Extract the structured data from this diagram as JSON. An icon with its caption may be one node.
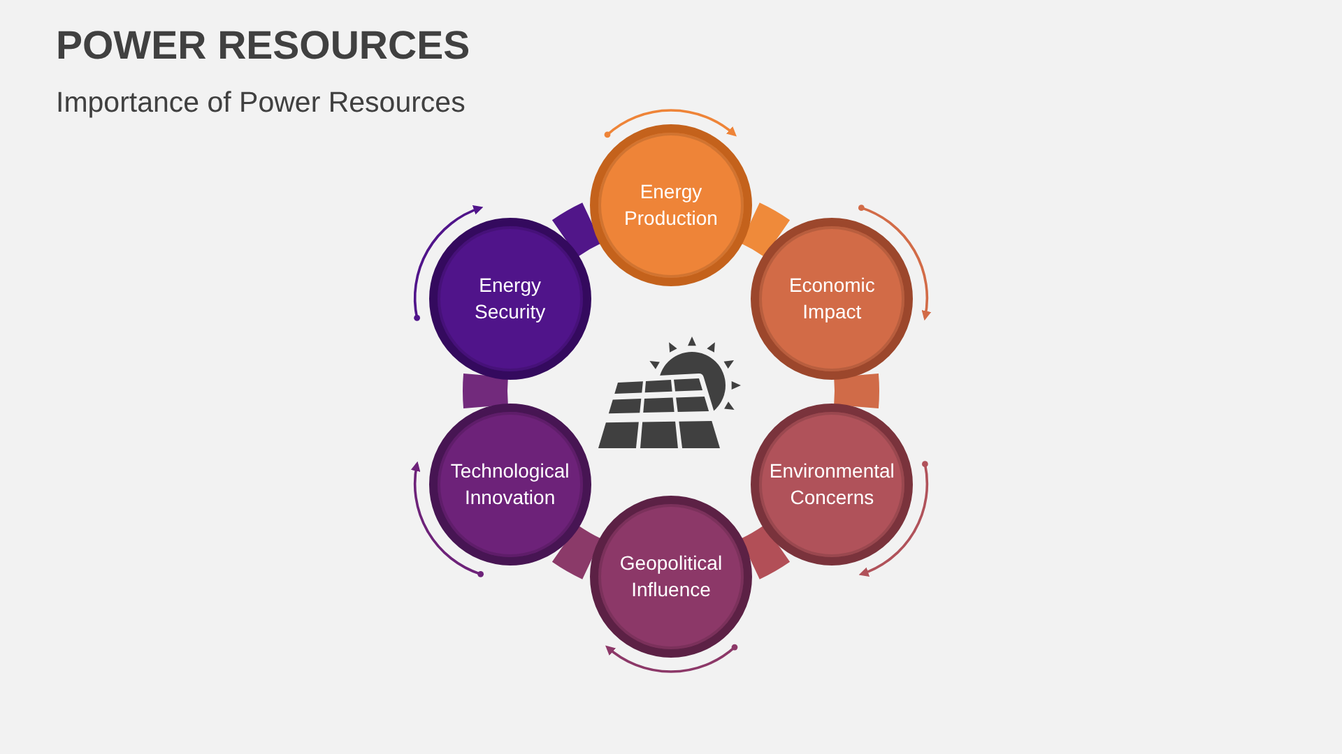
{
  "diagram": {
    "title": "POWER RESOURCES",
    "nodes": [
      {
        "text": [
          "Energy Production"
        ]
      },
      {
        "text": [
          "Economic Impact"
        ]
      },
      {
        "text": [
          "Environmental Concerns"
        ]
      },
      {
        "text": [
          "Geopolitical Influence"
        ]
      },
      {
        "text": [
          "Technological Innovation"
        ]
      },
      {
        "text": [
          "Energy Security"
        ]
      }
    ],
    "edges": [
      {
        "from": 0,
        "to": 1,
        "arrow": "none",
        "color": "#ef8a3a"
      },
      {
        "from": 1,
        "to": 2,
        "arrow": "none",
        "color": "#d06b48"
      },
      {
        "from": 2,
        "to": 3,
        "arrow": "none",
        "color": "#b24f57"
      },
      {
        "from": 3,
        "to": 4,
        "arrow": "none",
        "color": "#8b3a69"
      },
      {
        "from": 4,
        "to": 5,
        "arrow": "none",
        "color": "#722a7c"
      },
      {
        "from": 5,
        "to": 0,
        "arrow": "none",
        "color": "#511689"
      }
    ],
    "labels": [
      "Importance of Power Resources"
    ]
  }
}
